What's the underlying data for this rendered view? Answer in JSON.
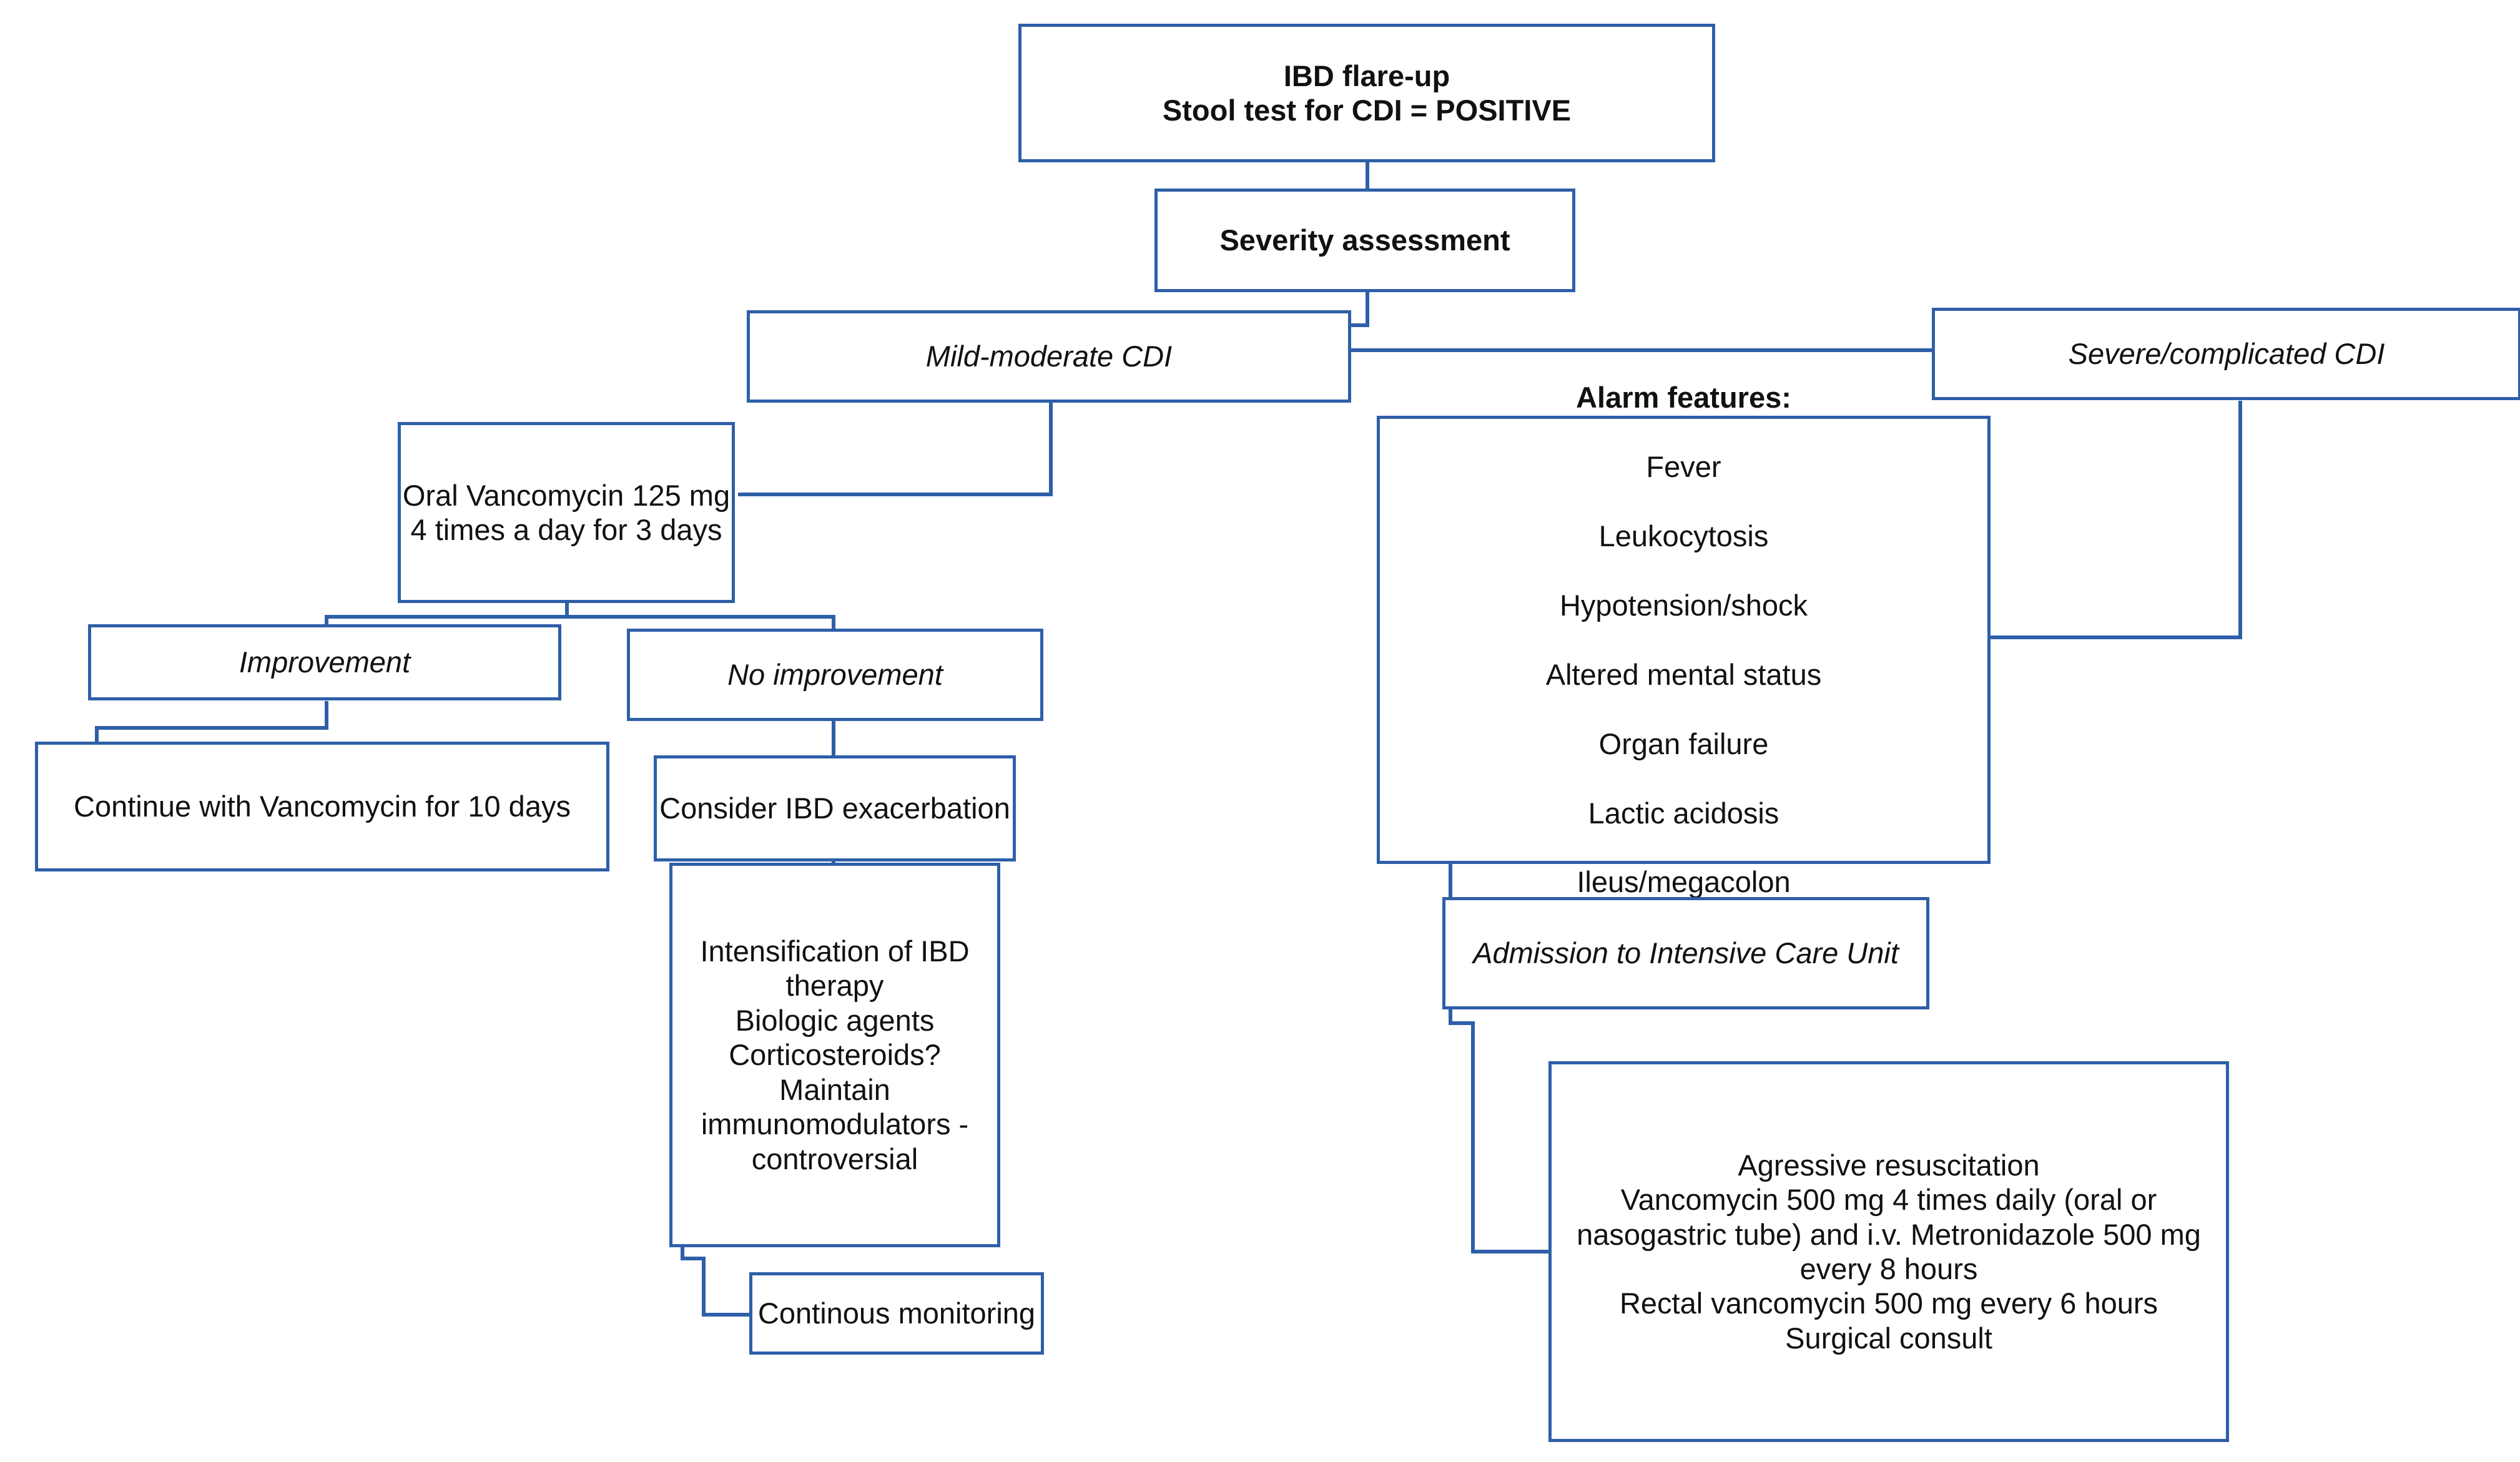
{
  "theme": {
    "border_color": "#2E5FA8",
    "connector_color": "#2E5FA8",
    "background": "#ffffff",
    "text_color": "#111111"
  },
  "nodes": {
    "root": {
      "label": "IBD flare-up\nStool test for CDI = POSITIVE",
      "style": "bold"
    },
    "severity": {
      "label": "Severity assessment",
      "style": "bold"
    },
    "mild_moderate": {
      "label": "Mild-moderate CDI",
      "style": "italic"
    },
    "severe_complicated": {
      "label": "Severe/complicated CDI",
      "style": "italic"
    },
    "oral_vancomycin": {
      "label": "Oral Vancomycin 125 mg\n4 times a day for 3 days",
      "style": "regular"
    },
    "improvement": {
      "label": "Improvement",
      "style": "italic"
    },
    "no_improvement": {
      "label": "No improvement",
      "style": "italic"
    },
    "continue_vancomycin": {
      "label": "Continue with Vancomycin for 10 days",
      "style": "regular"
    },
    "consider_ibd_exacerbation": {
      "label": "Consider IBD exacerbation",
      "style": "regular"
    },
    "intensification": {
      "label": "Intensification of IBD\ntherapy\nBiologic agents\nCorticosteroids?\nMaintain\nimmunomodulators -\ncontroversial",
      "style": "regular"
    },
    "continous_monitoring": {
      "label": "Continous monitoring",
      "style": "regular"
    },
    "alarm_features": {
      "title": "Alarm features:",
      "items": [
        "Fever",
        "Leukocytosis",
        "Hypotension/shock",
        "Altered mental status",
        "Organ failure",
        "Lactic acidosis",
        "Ileus/megacolon"
      ]
    },
    "icu_admission": {
      "label": "Admission to Intensive Care Unit",
      "style": "italic"
    },
    "aggressive_treatment": {
      "label": "Agressive resuscitation\nVancomycin 500 mg 4 times daily (oral or\nnasogastric tube) and i.v. Metronidazole 500 mg\nevery 8 hours\nRectal vancomycin 500 mg every 6 hours\nSurgical consult",
      "style": "regular"
    }
  }
}
